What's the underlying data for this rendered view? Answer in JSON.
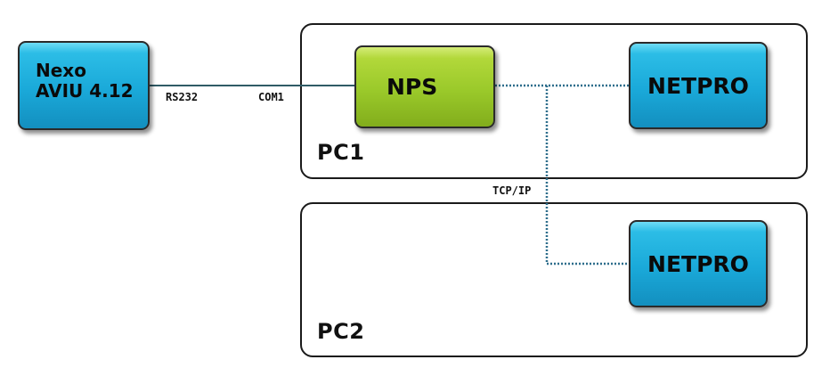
{
  "device": {
    "line1": "Nexo",
    "line2": "AVIU 4.12"
  },
  "pc1": {
    "label": "PC1",
    "nps_label": "NPS",
    "netpro_label": "NETPRO"
  },
  "pc2": {
    "label": "PC2",
    "netpro_label": "NETPRO"
  },
  "connections": {
    "serial_left": "RS232",
    "serial_right": "COM1",
    "network": "TCP/IP"
  },
  "colors": {
    "box_blue": "#1aa9d9",
    "box_green": "#9ac92a",
    "serial_line": "#2f5b66",
    "network_line": "#2e6e8c"
  }
}
